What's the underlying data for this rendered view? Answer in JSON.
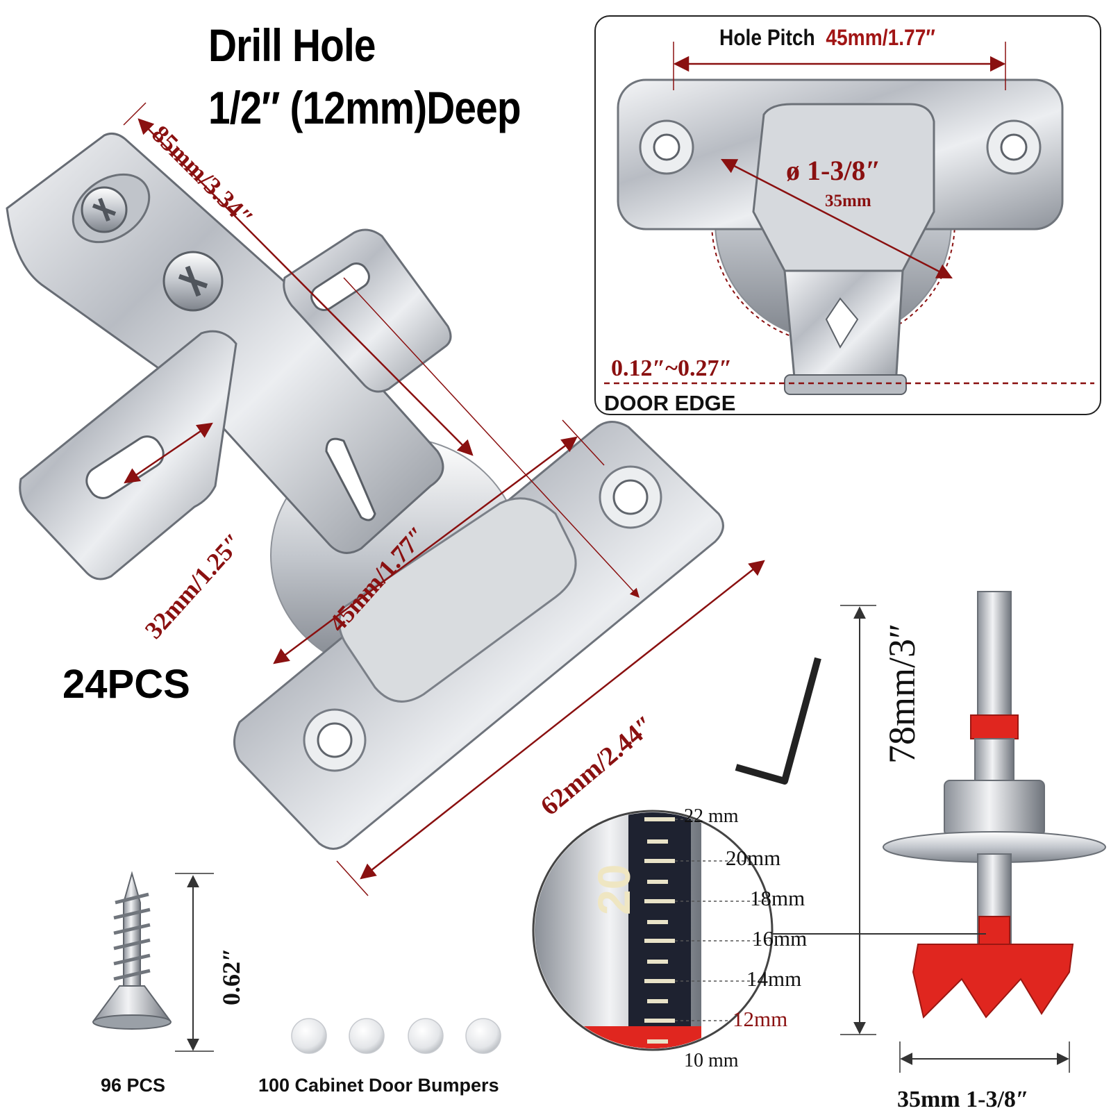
{
  "title": {
    "line1": "Drill Hole",
    "line2": "1/2″ (12mm)Deep"
  },
  "hinge_dims": {
    "d85": "85mm/3.34″",
    "d32": "32mm/1.25″",
    "d45": "45mm/1.77″",
    "d62": "62mm/2.44″"
  },
  "hinge_count": "24PCS",
  "inset": {
    "hole_pitch_label": "Hole Pitch",
    "hole_pitch_value": "45mm/1.77″",
    "diameter": "ø 1-3/8″",
    "diameter_mm": "35mm",
    "edge_range": "0.12″~0.27″",
    "door_edge": "DOOR EDGE"
  },
  "drill_bit": {
    "length": "78mm/3″",
    "width": "35mm  1-3/8″",
    "scale_number": "20",
    "scale": [
      "22 mm",
      "20mm",
      "18mm",
      "16mm",
      "14mm",
      "12mm",
      "10 mm"
    ]
  },
  "screw": {
    "length": "0.62″",
    "count": "96 PCS"
  },
  "bumpers": {
    "label": "100 Cabinet Door Bumpers"
  },
  "colors": {
    "dimension": "#8a1010",
    "accent_red": "#e0261f",
    "steel": "#c9ccd1"
  }
}
